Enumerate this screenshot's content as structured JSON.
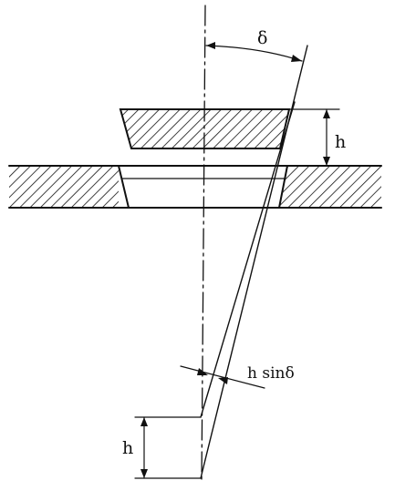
{
  "labels": {
    "angle": "δ",
    "height_top": "h",
    "offset": "h sinδ",
    "height_bottom": "h"
  }
}
